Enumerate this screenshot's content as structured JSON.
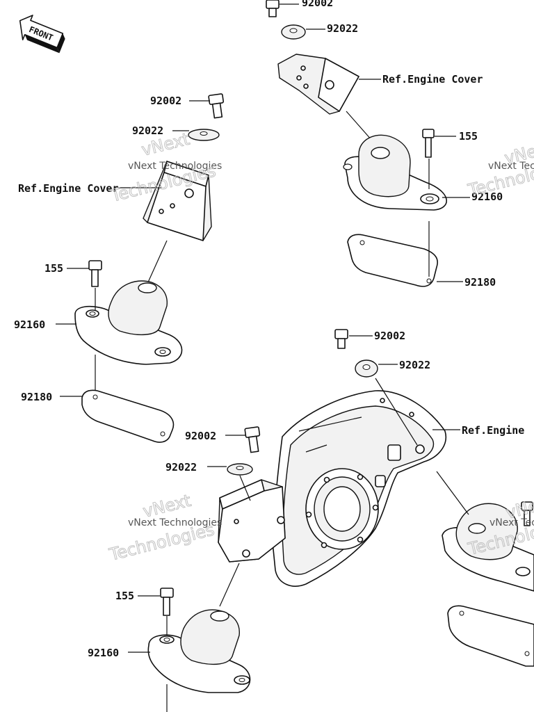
{
  "front_badge": "FRONT",
  "labels": {
    "top_right_bolt": "92002",
    "top_right_washer": "92022",
    "top_right_cover": "Ref.Engine Cover",
    "top_right_screw": "155",
    "top_right_mount": "92160",
    "top_right_plate": "92180",
    "left_bolt": "92002",
    "left_washer": "92022",
    "left_cover": "Ref.Engine Cover",
    "left_screw": "155",
    "left_mount": "92160",
    "left_plate": "92180",
    "mid_bolt": "92002",
    "mid_washer": "92022",
    "mid_engine": "Ref.Engine",
    "lower_bolt": "92002",
    "lower_washer": "92022",
    "bottom_screw": "155",
    "bottom_mount": "92160"
  },
  "watermarks": {
    "line1": "vNext Technologies",
    "line2": "Technologies",
    "line3": "vNext"
  }
}
